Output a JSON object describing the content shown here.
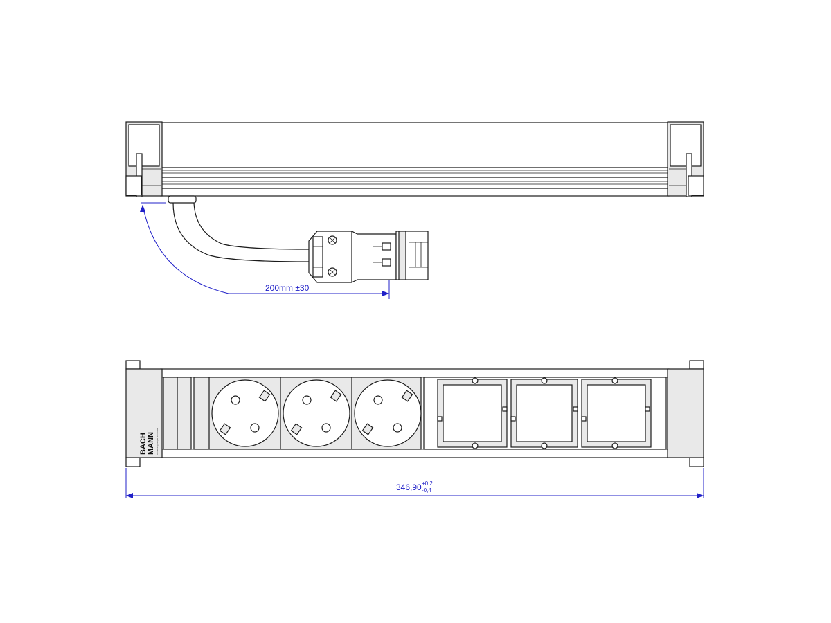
{
  "dimensions": {
    "cable_length": "200mm ±30",
    "overall_length_value": "346,90",
    "overall_length_tol_upper": "+0,2",
    "overall_length_tol_lower": "-0,4"
  },
  "brand": {
    "line1": "BACH",
    "line2": "MANN",
    "tagline": "connecting people with power"
  },
  "colors": {
    "dimension": "#2020c8",
    "outline": "#1a1a1a",
    "panel_fill": "#e9e9e9"
  }
}
